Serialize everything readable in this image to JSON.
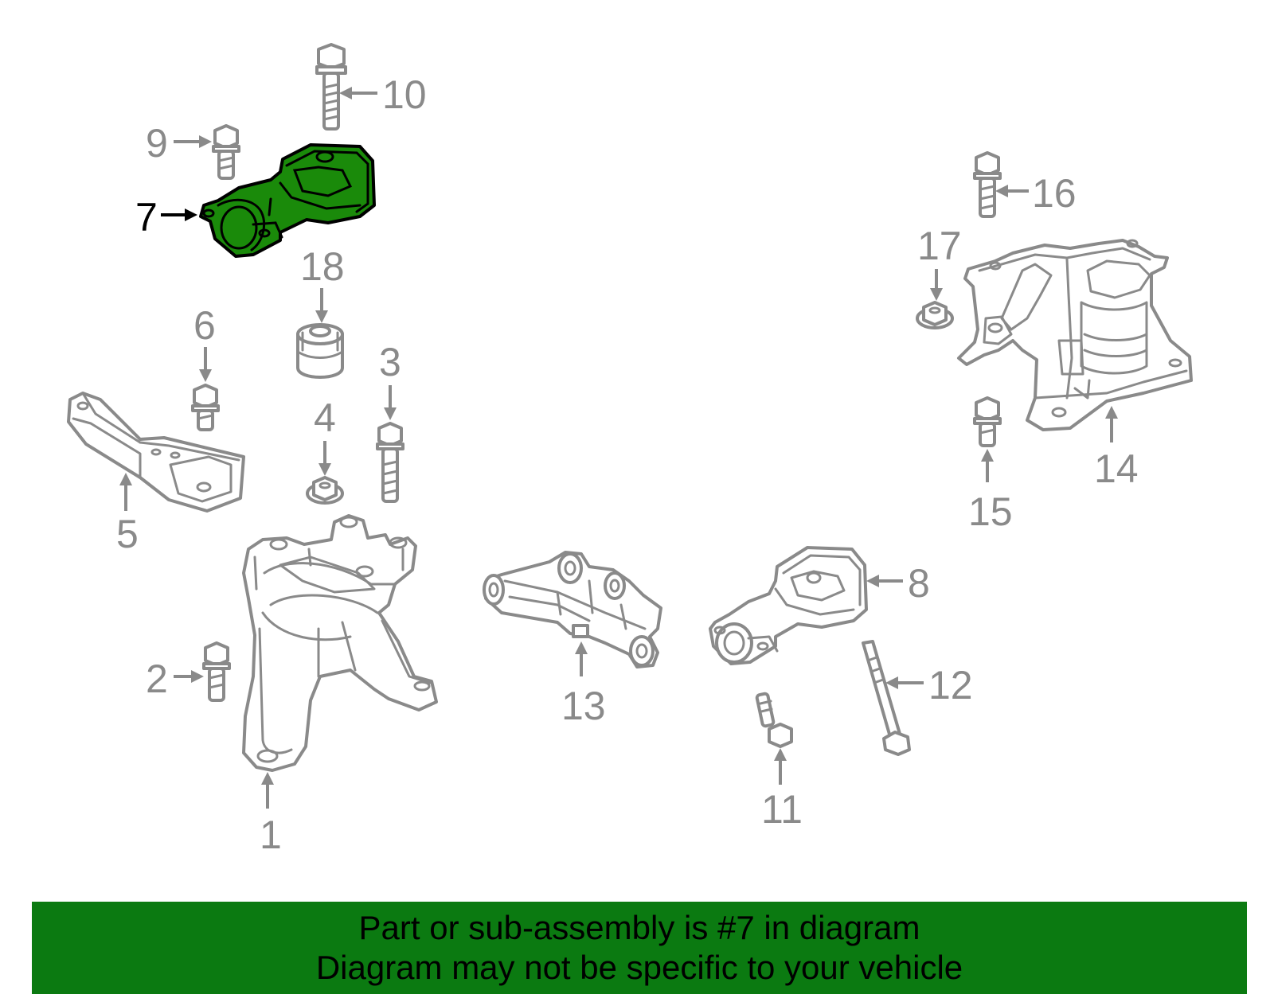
{
  "callouts": [
    {
      "id": "1",
      "label": "1"
    },
    {
      "id": "2",
      "label": "2"
    },
    {
      "id": "3",
      "label": "3"
    },
    {
      "id": "4",
      "label": "4"
    },
    {
      "id": "5",
      "label": "5"
    },
    {
      "id": "6",
      "label": "6"
    },
    {
      "id": "7",
      "label": "7",
      "selected": true
    },
    {
      "id": "8",
      "label": "8"
    },
    {
      "id": "9",
      "label": "9"
    },
    {
      "id": "10",
      "label": "10"
    },
    {
      "id": "11",
      "label": "11"
    },
    {
      "id": "12",
      "label": "12"
    },
    {
      "id": "13",
      "label": "13"
    },
    {
      "id": "14",
      "label": "14"
    },
    {
      "id": "15",
      "label": "15"
    },
    {
      "id": "16",
      "label": "16"
    },
    {
      "id": "17",
      "label": "17"
    },
    {
      "id": "18",
      "label": "18"
    }
  ],
  "colors": {
    "highlight_fill": "#1a8a0a",
    "banner_background": "#0b7a11",
    "line_art": "#8a8a8a",
    "selected_text": "#000000"
  },
  "banner": {
    "line1": "Part or sub-assembly is #7 in diagram",
    "line2": "Diagram may not be specific to your vehicle"
  }
}
